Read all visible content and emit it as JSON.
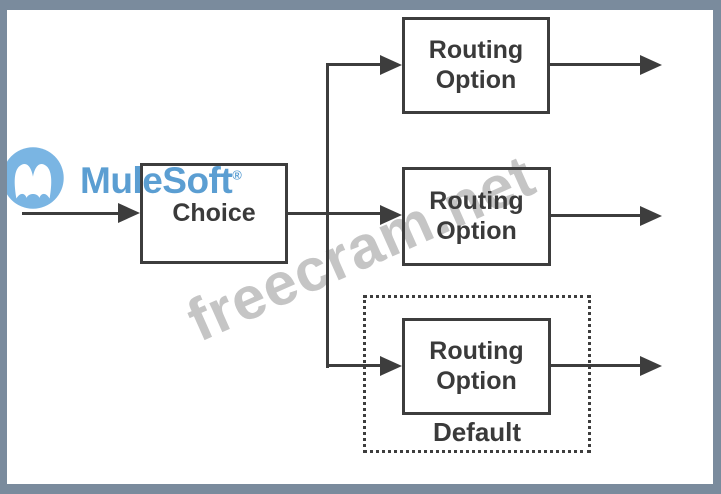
{
  "colors": {
    "frame": "#7a8b9d",
    "canvas": "#ffffff",
    "line": "#3d3d3d",
    "ink": "#3a3a3a",
    "brand": "#5b9ed2",
    "logo-disc": "#7ab5e3",
    "watermark": "#c5c5c5"
  },
  "logo": {
    "brand": "MuleSoft",
    "registered_mark": "®"
  },
  "watermark": {
    "text": "freecram.net"
  },
  "diagram": {
    "choice": {
      "label": "Choice"
    },
    "routing_options": [
      {
        "label": "Routing Option"
      },
      {
        "label": "Routing Option"
      },
      {
        "label": "Routing Option"
      }
    ],
    "default_group": {
      "label": "Default"
    }
  }
}
